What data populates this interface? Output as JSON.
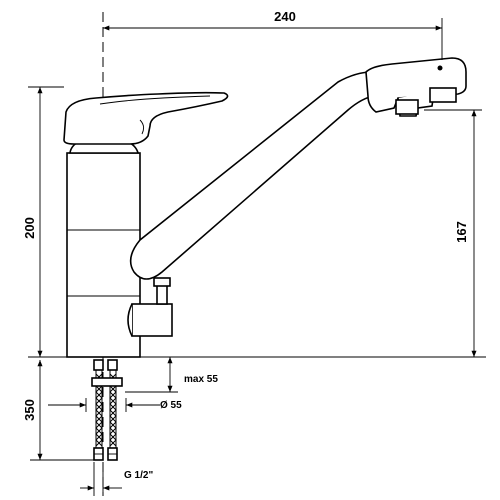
{
  "dimensions": {
    "spout_reach": "240",
    "total_height": "200",
    "spout_height": "167",
    "hose_length": "350",
    "max_deck_thickness": "max 55",
    "mounting_hole": "Ø 55",
    "thread": "G 1/2\""
  },
  "colors": {
    "line": "#000000",
    "background": "#ffffff"
  }
}
